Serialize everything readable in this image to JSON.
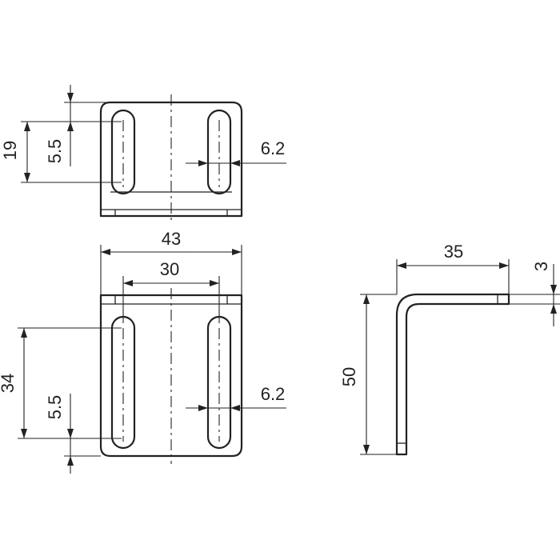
{
  "dimensions": {
    "top_height": "19",
    "top_slot_offset": "5.5",
    "top_slot_width": "6.2",
    "overall_width": "43",
    "slot_spacing": "30",
    "front_height": "34",
    "front_slot_offset": "5.5",
    "front_slot_width": "6.2",
    "side_length": "35",
    "side_thickness": "3",
    "side_height": "50"
  }
}
